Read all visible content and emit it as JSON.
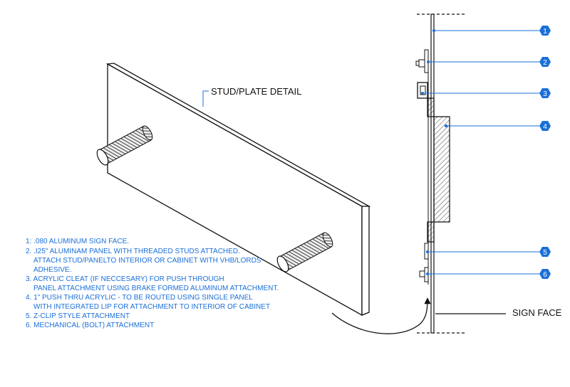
{
  "diagram": {
    "detail_label": "STUD/PLATE DETAIL",
    "sign_face_label": "SIGN FACE",
    "callouts": [
      "1",
      "2",
      "3",
      "4",
      "5",
      "6"
    ],
    "notes": [
      "1: .080 ALUMINUM SIGN FACE.",
      "2. .I25\" ALUMINAM PANEL WITH THREADED STUDS ATTACHED.",
      "ATTACH STUD/PANELTO INTERIOR OR CABINET WITH VHB/LORDS",
      "ADHESIVE.",
      "3. ACRYLIC CLEAT (IF NECCESARY) FOR PUSH THROUGH",
      "PANEL ATTACHMENT USING BRAKE FORMED ALUMINUM ATTACHMENT.",
      "4. 1\" PUSH THRU ACRYLIC - TO BE ROUTED USING SINGLE PANEL",
      "WITH INTEGRATED LIP FOR ATTACHMENT TO INTERIOR OF CABINET",
      "5. Z-CLIP STYLE ATTACHMENT",
      "6. MECHANICAL (BOLT) ATTACHMENT"
    ],
    "colors": {
      "line": "#111111",
      "accent": "#1a6fd8"
    }
  }
}
